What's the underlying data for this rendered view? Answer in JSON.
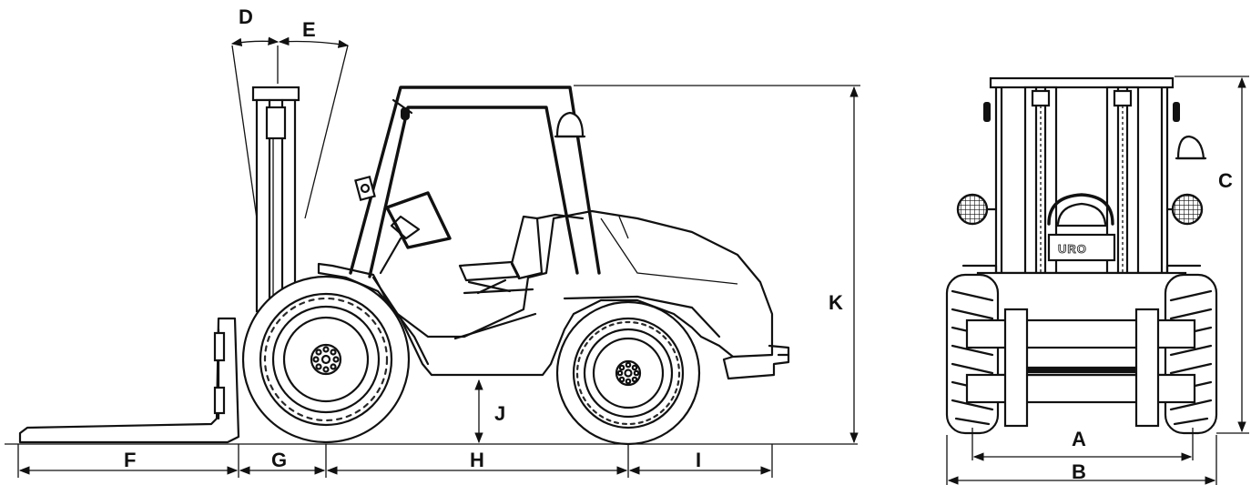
{
  "labels": {
    "a": "A",
    "b": "B",
    "c": "C",
    "d": "D",
    "e": "E",
    "f": "F",
    "g": "G",
    "h": "H",
    "i": "I",
    "j": "J",
    "k": "K"
  },
  "brand": "URO",
  "colors": {
    "ink": "#111111",
    "background": "#ffffff"
  }
}
